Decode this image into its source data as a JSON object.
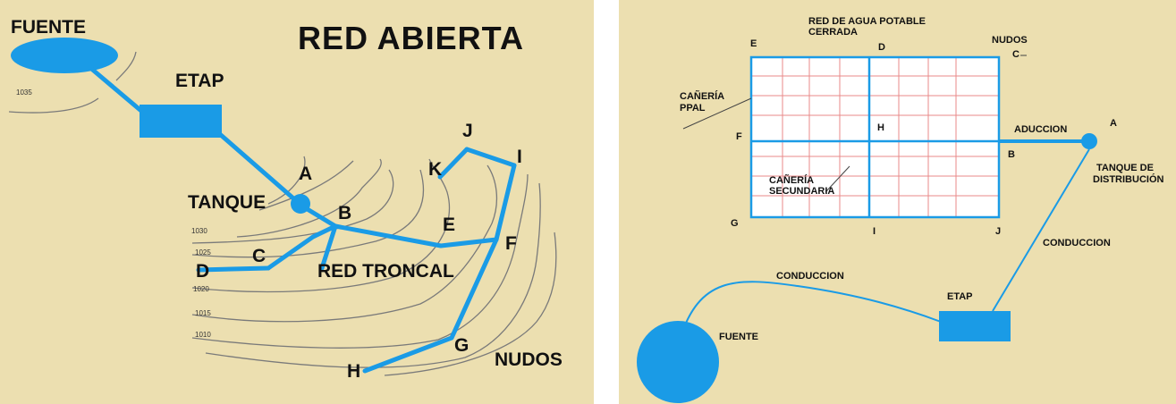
{
  "left": {
    "title": "RED ABIERTA",
    "fuente": "FUENTE",
    "etap": "ETAP",
    "tanque": "TANQUE",
    "red_troncal": "RED TRONCAL",
    "nudos": "NUDOS",
    "nodes": {
      "A": "A",
      "B": "B",
      "C": "C",
      "D": "D",
      "E": "E",
      "F": "F",
      "G": "G",
      "H": "H",
      "I": "I",
      "J": "J",
      "K": "K"
    },
    "contours": [
      "1035",
      "1030",
      "1025",
      "1020",
      "1015",
      "1010"
    ],
    "colors": {
      "background": "#ecdfb0",
      "pipe": "#1a9be6",
      "contour": "#7a7a7a"
    }
  },
  "right": {
    "title_line1": "RED DE AGUA POTABLE",
    "title_line2": "CERRADA",
    "nudos": "NUDOS",
    "caneria_ppal_line1": "CAÑERÍA",
    "caneria_ppal_line2": "PPAL",
    "caneria_sec_line1": "CAÑERÍA",
    "caneria_sec_line2": "SECUNDARIA",
    "aduccion": "ADUCCION",
    "tanque_line1": "TANQUE DE",
    "tanque_line2": "DISTRIBUCIÓN",
    "conduccion_right": "CONDUCCION",
    "conduccion_left": "CONDUCCION",
    "etap": "ETAP",
    "fuente": "FUENTE",
    "nodes": {
      "A": "A",
      "B": "B",
      "C": "C",
      "D": "D",
      "E": "E",
      "F": "F",
      "G": "G",
      "H": "H",
      "I": "I",
      "J": "J"
    },
    "colors": {
      "background": "#ecdfb0",
      "pipe": "#1a9be6",
      "grid_minor": "#e88a8a",
      "grid_bg": "#ffffff"
    }
  }
}
